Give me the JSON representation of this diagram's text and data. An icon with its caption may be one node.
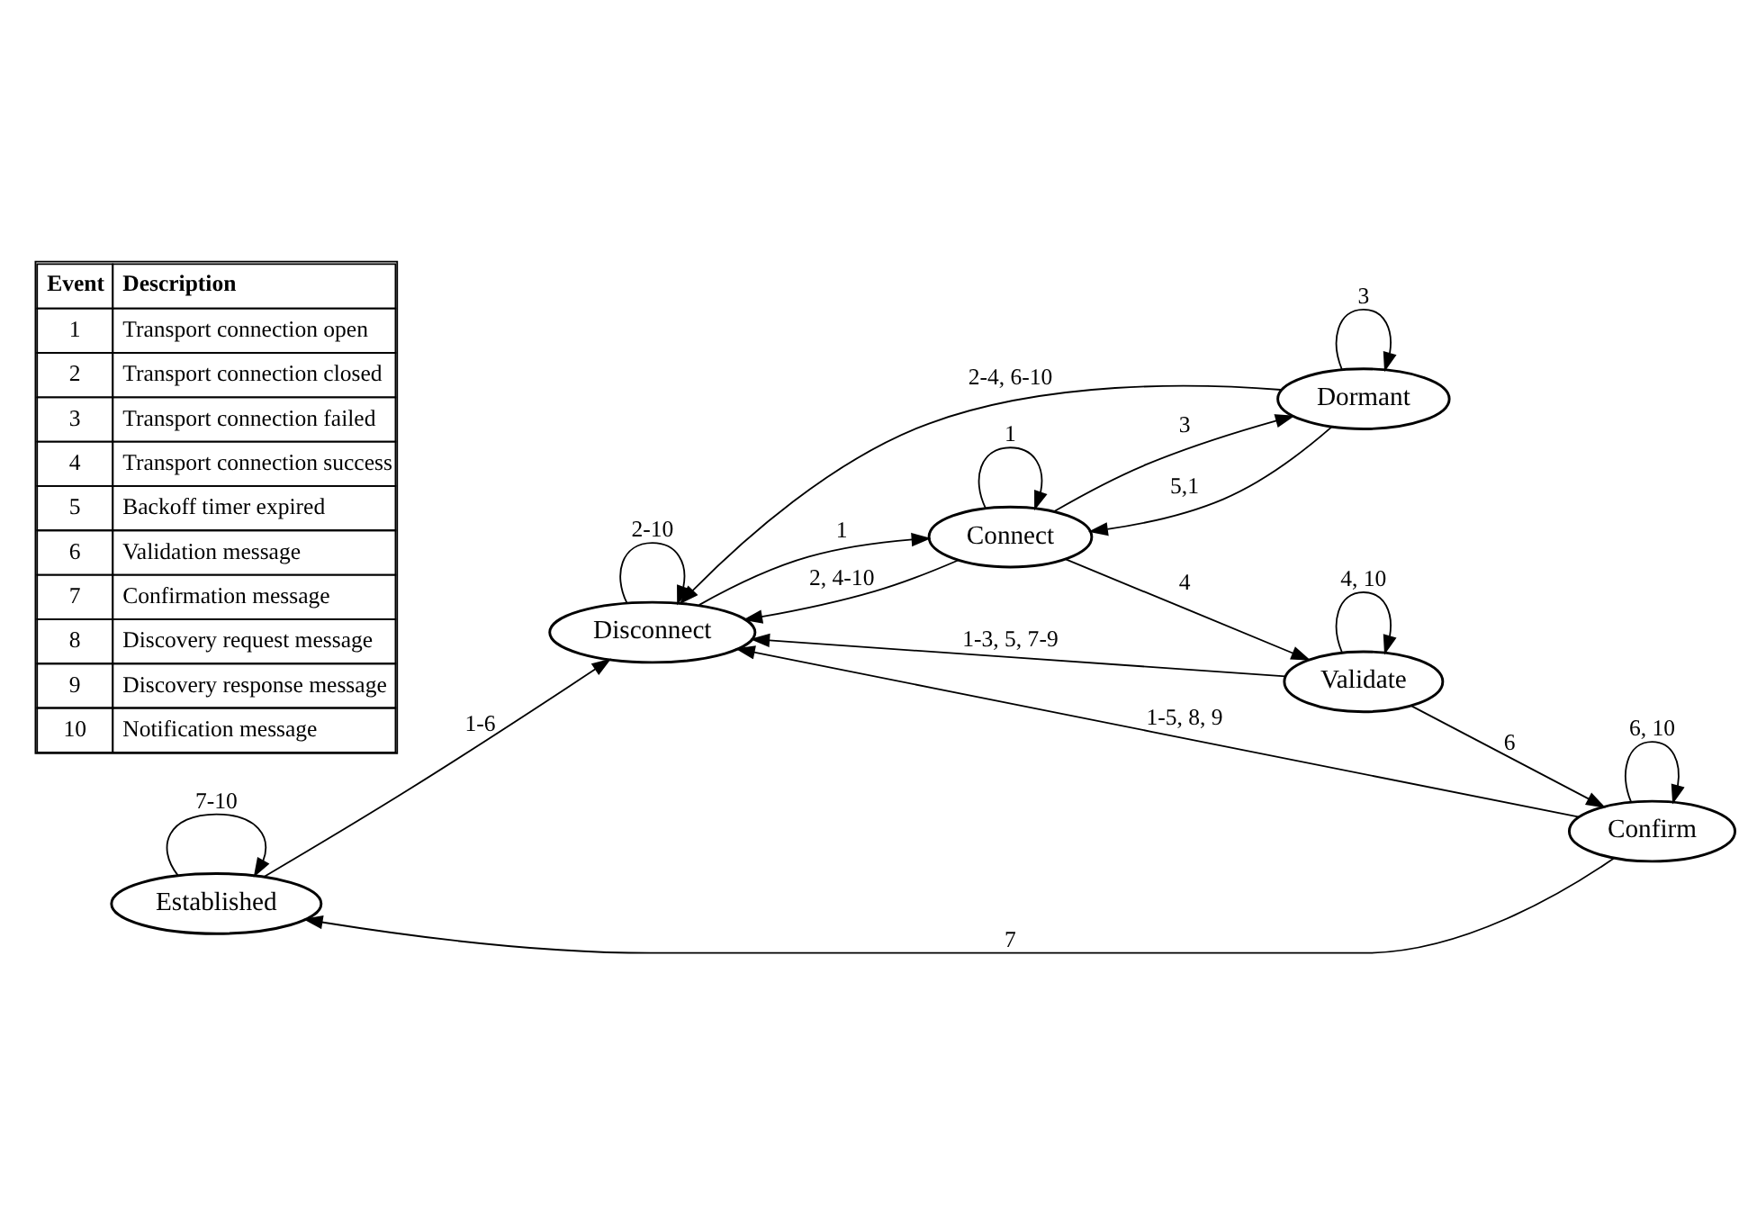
{
  "diagram": {
    "nodes": [
      {
        "text": [
          "Established"
        ]
      },
      {
        "text": [
          "Dormant"
        ]
      },
      {
        "text": [
          "Disconnect"
        ]
      },
      {
        "text": [
          "Connect"
        ]
      },
      {
        "text": [
          "Validate"
        ]
      },
      {
        "text": [
          "Confirm"
        ]
      }
    ],
    "edges": [
      {
        "from": 0,
        "to": 0,
        "arrow": "to",
        "label": "7-10"
      },
      {
        "from": 0,
        "to": 2,
        "arrow": "to",
        "label": "1-6"
      },
      {
        "from": 1,
        "to": 1,
        "arrow": "to",
        "label": "3"
      },
      {
        "from": 1,
        "to": 2,
        "arrow": "to",
        "label": "2-4, 6-10"
      },
      {
        "from": 3,
        "to": 1,
        "arrow": "to",
        "label": "3"
      },
      {
        "from": 1,
        "to": 3,
        "arrow": "to",
        "label": "5,1"
      },
      {
        "from": 2,
        "to": 2,
        "arrow": "to",
        "label": "2-10"
      },
      {
        "from": 2,
        "to": 3,
        "arrow": "to",
        "label": "1"
      },
      {
        "from": 3,
        "to": 2,
        "arrow": "to",
        "label": "2, 4-10"
      },
      {
        "from": 3,
        "to": 3,
        "arrow": "to",
        "label": "1"
      },
      {
        "from": 3,
        "to": 4,
        "arrow": "to",
        "label": "4"
      },
      {
        "from": 4,
        "to": 2,
        "arrow": "to",
        "label": "1-3, 5, 7-9"
      },
      {
        "from": 4,
        "to": 4,
        "arrow": "to",
        "label": "4, 10"
      },
      {
        "from": 4,
        "to": 5,
        "arrow": "to",
        "label": "6"
      },
      {
        "from": 5,
        "to": 2,
        "arrow": "to",
        "label": "1-5, 8, 9"
      },
      {
        "from": 5,
        "to": 0,
        "arrow": "to",
        "label": "7"
      },
      {
        "from": 5,
        "to": 5,
        "arrow": "to",
        "label": "6, 10"
      }
    ],
    "labels": [
      "Event",
      "Description",
      "1",
      "Transport connection open",
      "2",
      "Transport connection closed",
      "3",
      "Transport connection failed",
      "4",
      "Transport connection success",
      "5",
      "Backoff timer expired",
      "6",
      "Validation message",
      "7",
      "Confirmation message",
      "8",
      "Discovery request message",
      "9",
      "Discovery response message",
      "10",
      "Notification message"
    ]
  }
}
